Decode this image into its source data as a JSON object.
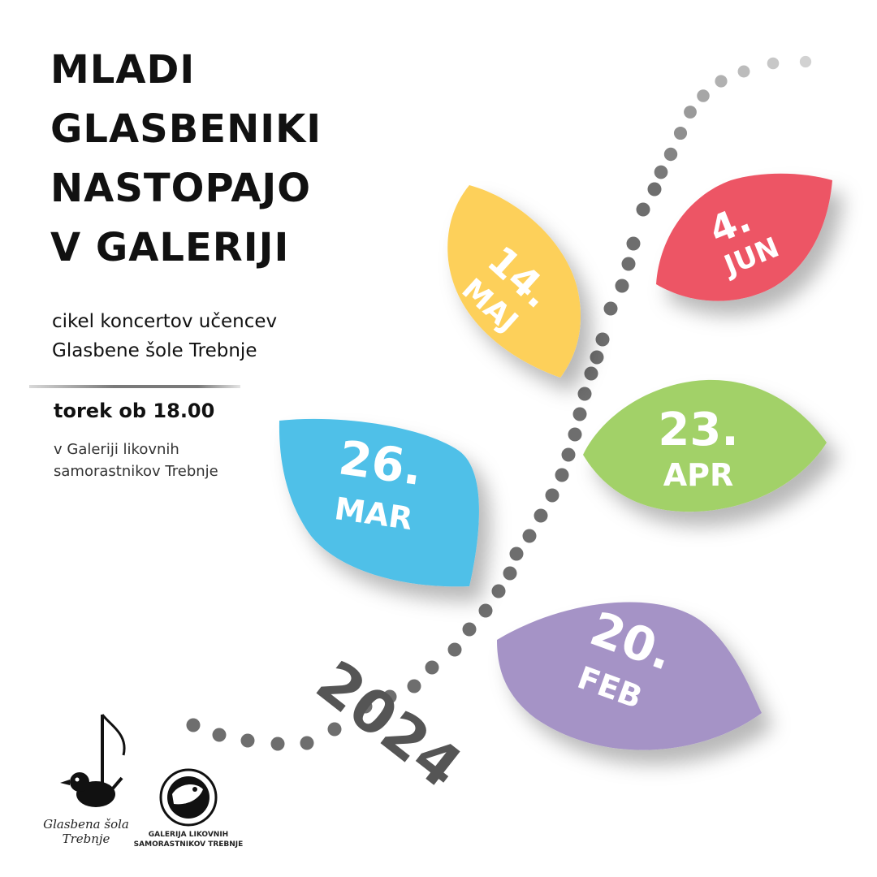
{
  "title_lines": [
    "MLADI",
    "GLASBENIKI",
    "NASTOPAJO",
    "V GALERIJI"
  ],
  "subtitle_lines": [
    "cikel koncertov učencev",
    "Glasbene šole Trebnje"
  ],
  "time": "torek ob 18.00",
  "venue_lines": [
    "v Galeriji likovnih",
    "samorastnikov Trebnje"
  ],
  "year": "2024",
  "dates": [
    {
      "day": "20.",
      "month": "FEB",
      "color": "#a593c6"
    },
    {
      "day": "26.",
      "month": "MAR",
      "color": "#4fc0e8"
    },
    {
      "day": "23.",
      "month": "APR",
      "color": "#a2d168"
    },
    {
      "day": "14.",
      "month": "MAJ",
      "color": "#fdd05a"
    },
    {
      "day": "4.",
      "month": "JUN",
      "color": "#ed5565"
    }
  ],
  "logos": {
    "school_line1": "Glasbena šola",
    "school_line2": "Trebnje",
    "gallery_line1": "GALERIJA LIKOVNIH",
    "gallery_line2": "SAMORASTNIKOV TREBNJE"
  },
  "colors": {
    "dots": "#6e6e6e",
    "text": "#111111",
    "year": "#555555"
  },
  "icons": [
    "music-note-bird-icon",
    "gallery-seal-icon"
  ]
}
